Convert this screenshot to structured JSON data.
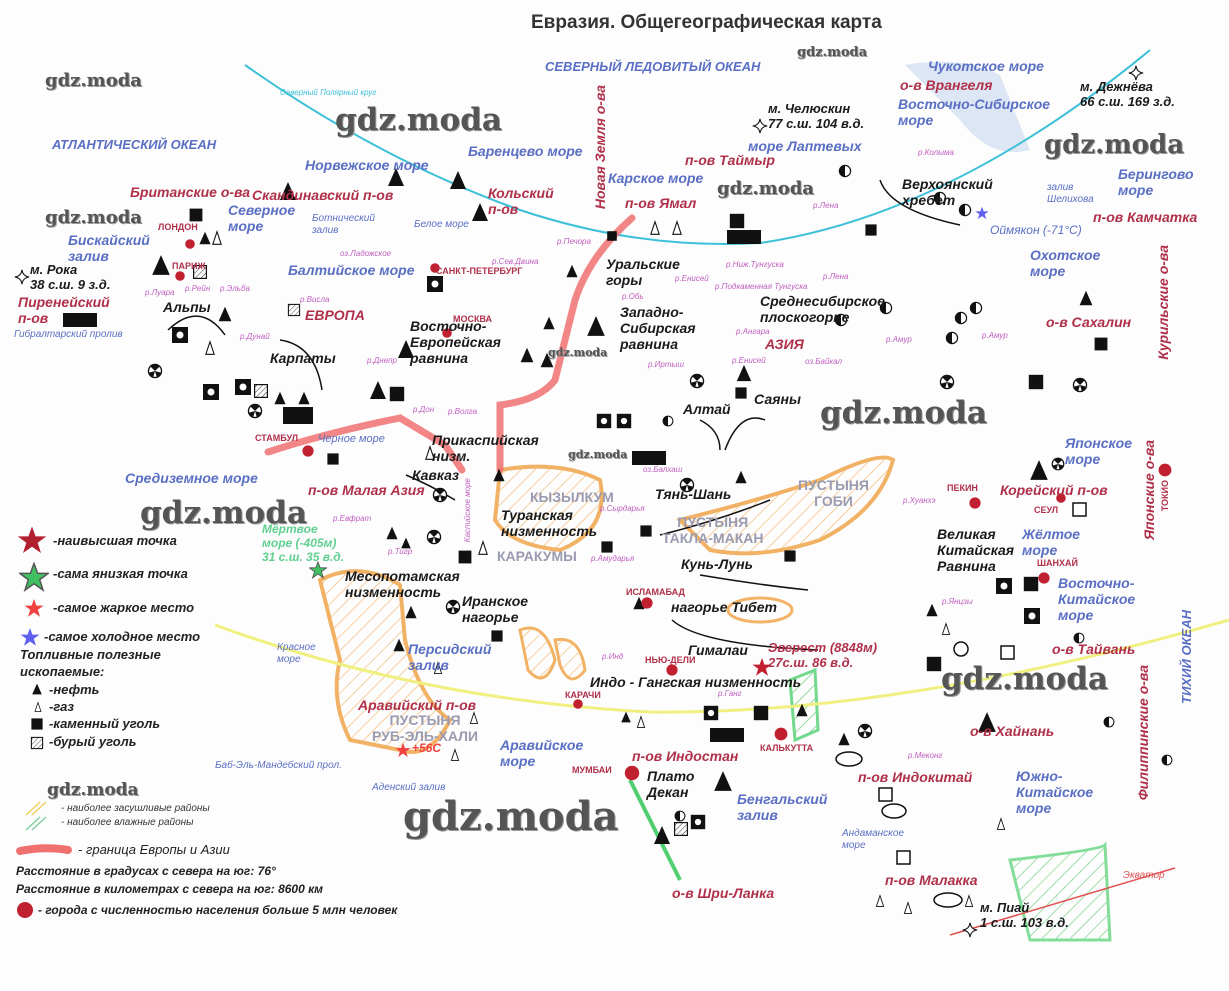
{
  "title": "Евразия. Общегеографическая карта",
  "watermark": "gdz.moda",
  "water": [
    "СЕВЕРНЫЙ ЛЕДОВИТЫЙ ОКЕАН",
    "АТЛАНТИЧЕСКИЙ ОКЕАН",
    "ТИХИЙ ОКЕАН",
    "Норвежское море",
    "Баренцево море",
    "Карское море",
    "море Лаптевых",
    "Восточно-Сибирское\nморе",
    "Чукотское море",
    "Берингово\nморе",
    "Охотское\nморе",
    "Японское\nморе",
    "Жёлтое\nморе",
    "Восточно-\nКитайское\nморе",
    "Южно-\nКитайское\nморе",
    "Андаманское\nморе",
    "Бенгальский\nзалив",
    "Аравийское\nморе",
    "Персидский\nзалив",
    "Красное\nморе",
    "Средиземное море",
    "Черное море",
    "Балтийское море",
    "Северное\nморе",
    "Бискайский\nзалив",
    "Ботнический\nзалив",
    "Белое море",
    "Гибралтарский пролив",
    "Баб-Эль-Мандебский прол.",
    "Аденский залив",
    "залив\nШелихова",
    "Северный Полярный круг",
    "Экватор"
  ],
  "regions": [
    "Британские о-ва",
    "Скандинавский п-ов",
    "Кольский\nп-ов",
    "Новая Земля о-ва",
    "п-ов Таймыр",
    "п-ов Ямал",
    "о-в Врангеля",
    "п-ов Камчатка",
    "о-в Сахалин",
    "Курильские о-ва",
    "Японские о-ва",
    "Корейский п-ов",
    "о-в Тайвань",
    "Филиппинские о-ва",
    "о-в Хайнань",
    "п-ов Индокитай",
    "п-ов Малакка",
    "о-в Шри-Ланка",
    "п-ов Индостан",
    "Аравийский п-ов",
    "п-ов Малая Азия",
    "Пиренейский\nп-ов",
    "ЕВРОПА",
    "АЗИЯ"
  ],
  "landforms": [
    "Альпы",
    "Карпаты",
    "Восточно-\nЕвропейская\nравнина",
    "Уральские\nгоры",
    "Западно-\nСибирская\nравнина",
    "Среднесибирское\nплоскогорье",
    "Верхоянский\nхребет",
    "Алтай",
    "Саяны",
    "Прикаспийская\nнизм.",
    "Кавказ",
    "Туранская\nнизменность",
    "Тянь-Шань",
    "Кунь-Лунь",
    "нагорье Тибет",
    "Гималаи",
    "Индо - Гангская низменность",
    "Плато\nДекан",
    "Иранское\nнагорье",
    "Месопотамская\nнизменность",
    "Великая\nКитайская\nРавнина"
  ],
  "deserts": [
    "КЫЗЫЛКУМ",
    "КАРАКУМЫ",
    "ПУСТЫНЯ\nТАКЛА-МАКАН",
    "ПУСТЫНЯ\nГОБИ",
    "ПУСТЫНЯ\nРУБ-ЭЛЬ-ХАЛИ"
  ],
  "cities": [
    "ЛОНДОН",
    "ПАРИЖ",
    "САНКТ-ПЕТЕРБУРГ",
    "МОСКВА",
    "СТАМБУЛ",
    "ИСЛАМАБАД",
    "НЬЮ-ДЕЛИ",
    "КАРАЧИ",
    "МУМБАИ",
    "КАЛЬКУТТА",
    "ПЕКИН",
    "СЕУЛ",
    "ШАНХАЙ",
    "ТОКИО"
  ],
  "rivers": [
    "р.Печора",
    "р.Сев.Двина",
    "оз.Ладожское",
    "р.Рейн",
    "р.Эльба",
    "р.Луара",
    "р.Висла",
    "р.Дунай",
    "р.Днепр",
    "р.Дон",
    "р.Волга",
    "р.Обь",
    "р.Иртыш",
    "р.Енисей",
    "р.Подкаменная Тунгуска",
    "р.Ниж.Тунгуска",
    "р.Лена",
    "р.Ангара",
    "р.Енисей",
    "оз.Байкал",
    "р.Амур",
    "р.Амур",
    "р.Колыма",
    "р.Лена",
    "р.Евфрат",
    "р.Тигр",
    "Каспийское море",
    "оз.Балхаш",
    "р.Сырдарья",
    "р.Амударья",
    "р.Инд",
    "р.Ганг",
    "р.Хуанхэ",
    "р.Янцзы",
    "р.Меконг"
  ],
  "points": {
    "roca": "м. Рока\n38 с.ш. 9 з.д.",
    "chelyuskin": "м. Челюскин\n77 с.ш. 104 в.д.",
    "dezhnev": "м. Дежнёва\n66 с.ш. 169 з.д.",
    "piai": "м. Пиай\n1 с.ш. 103 в.д.",
    "everest": "Эверест (8848м)\n27с.ш. 86 в.д.",
    "oymyakon": "Оймякон (-71°С)",
    "dead_sea": "Мёртвое\nморе (-405м)\n31 с.ш. 35 в.д.",
    "hottest": "+56С"
  },
  "legend": {
    "highest": "-наивысшая точка",
    "lowest": "-сама янизкая точка",
    "hottest": "-самое жаркое место",
    "coldest": "-самое холодное место",
    "fuel_title": "Топливные полезные\nископаемые:",
    "oil": "-нефть",
    "gas": "-газ",
    "coal": "-каменный уголь",
    "brown_coal": "-бурый уголь",
    "dry": "- наиболее засушливые районы",
    "wet": "- наиболее влажные районы",
    "border": "- граница Европы и Азии",
    "deg_distance": "Расстояние в градусах с севера на юг: 76°",
    "km_distance": "Расстояние в километрах с севера на юг: 8600 км",
    "cities": "- города с численностью населения больше 5 млн человек"
  },
  "colors": {
    "water": "#5a6fc4",
    "region": "#b0304a",
    "border": "#f07070",
    "polar": "#3cc0d8",
    "tropic": "#f0f080",
    "dry": "#f0a040",
    "wet": "#40d070",
    "city": "#c02030"
  }
}
